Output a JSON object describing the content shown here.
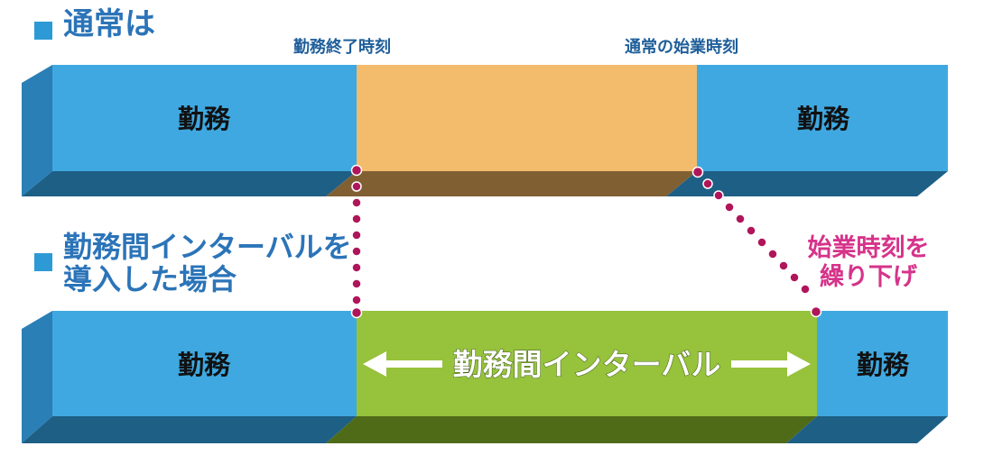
{
  "normal_section": {
    "heading": "通常は",
    "labels": {
      "work_end": "勤務終了時刻",
      "normal_start": "通常の始業時刻"
    },
    "blocks": {
      "left_work": "勤務",
      "right_work": "勤務"
    }
  },
  "interval_section": {
    "heading_lines": [
      "勤務間インターバルを",
      "導入した場合"
    ],
    "blocks": {
      "left_work": "勤務",
      "interval": "勤務間インターバル",
      "right_work": "勤務"
    },
    "note_lines": [
      "始業時刻を",
      "繰り下げ"
    ]
  },
  "colors": {
    "work_front": "#3fa8e0",
    "work_top": "#2a7fb6",
    "work_bottom": "#1e5f85",
    "rest_front": "#f3bb6c",
    "rest_bottom": "#806033",
    "interval_front": "#96c23c",
    "interval_bottom": "#4f6b18",
    "dots": "#c2185b",
    "heading": "#2b74b8",
    "label": "#1f5e9a",
    "note": "#d6338a"
  }
}
